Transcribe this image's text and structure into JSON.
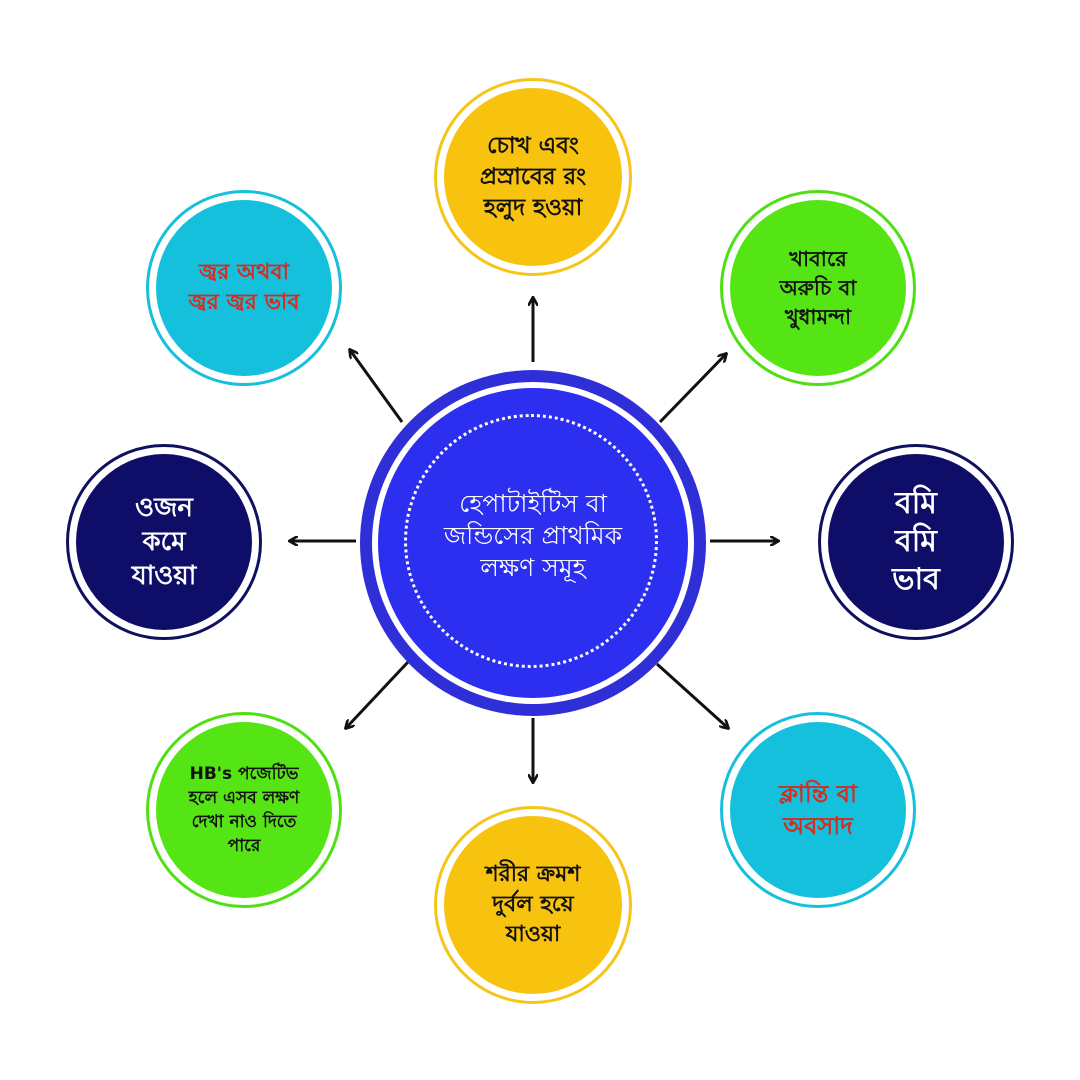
{
  "center": {
    "label": "হেপাটাইটিস বা জন্ডিসের প্রাথমিক লক্ষণ সমূহ"
  },
  "nodes": {
    "top": {
      "label": "চোখ এবং প্রস্রাবের রং হলুদ হওয়া"
    },
    "top_right": {
      "label": "খাবারে অরুচি বা খুধামন্দা"
    },
    "right": {
      "label": "বমি বমি ভাব"
    },
    "bottom_right": {
      "label": "ক্লান্তি বা অবসাদ"
    },
    "bottom": {
      "label": "শরীর ক্রমশ দুর্বল হয়ে যাওয়া"
    },
    "bottom_left": {
      "label": "HB's পজেটিভ হলে এসব লক্ষণ দেখা নাও দিতে পারে"
    },
    "left": {
      "label": "ওজন কমে যাওয়া"
    },
    "top_left": {
      "label": "জ্বর অথবা জ্বর জ্বর ভাব"
    }
  },
  "colors": {
    "center": "#2c2ef0",
    "yellow": "#f7c30f",
    "green": "#55e414",
    "cyan": "#14c0dc",
    "navy": "#0e0e68",
    "red_text": "#d92b1d",
    "arrow": "#111111"
  }
}
